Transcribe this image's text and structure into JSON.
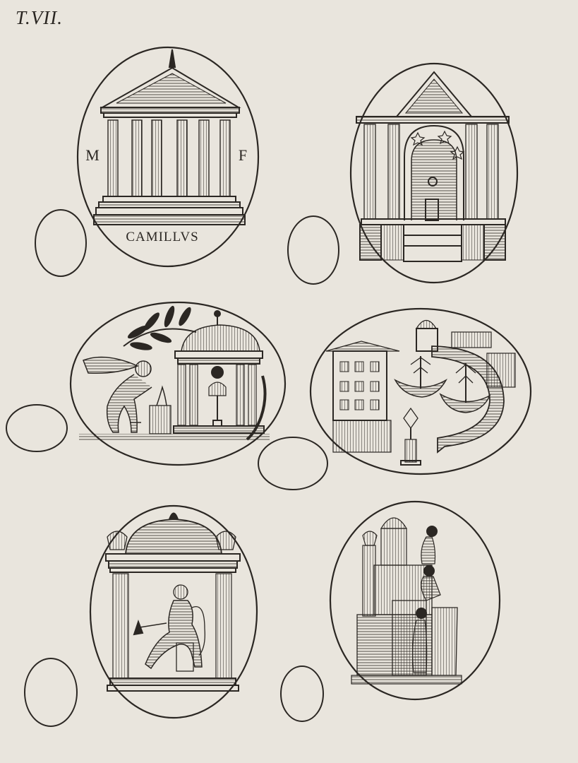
{
  "plate": {
    "label": "T.VII.",
    "paper_color": "#e9e5dd",
    "ink_color": "#2b2723"
  },
  "gems": [
    {
      "id": "gem-1",
      "subject": "temple-facade",
      "inscription_left": "M",
      "inscription_right": "F",
      "inscription_bottom": "CAMILLVS"
    },
    {
      "id": "gem-2",
      "subject": "arched-temple"
    },
    {
      "id": "gem-3",
      "subject": "winged-figure-and-tholos"
    },
    {
      "id": "gem-4",
      "subject": "harbor-with-ships"
    },
    {
      "id": "gem-5",
      "subject": "domed-shrine-with-seated-figure"
    },
    {
      "id": "gem-6",
      "subject": "tower-with-figures"
    }
  ]
}
